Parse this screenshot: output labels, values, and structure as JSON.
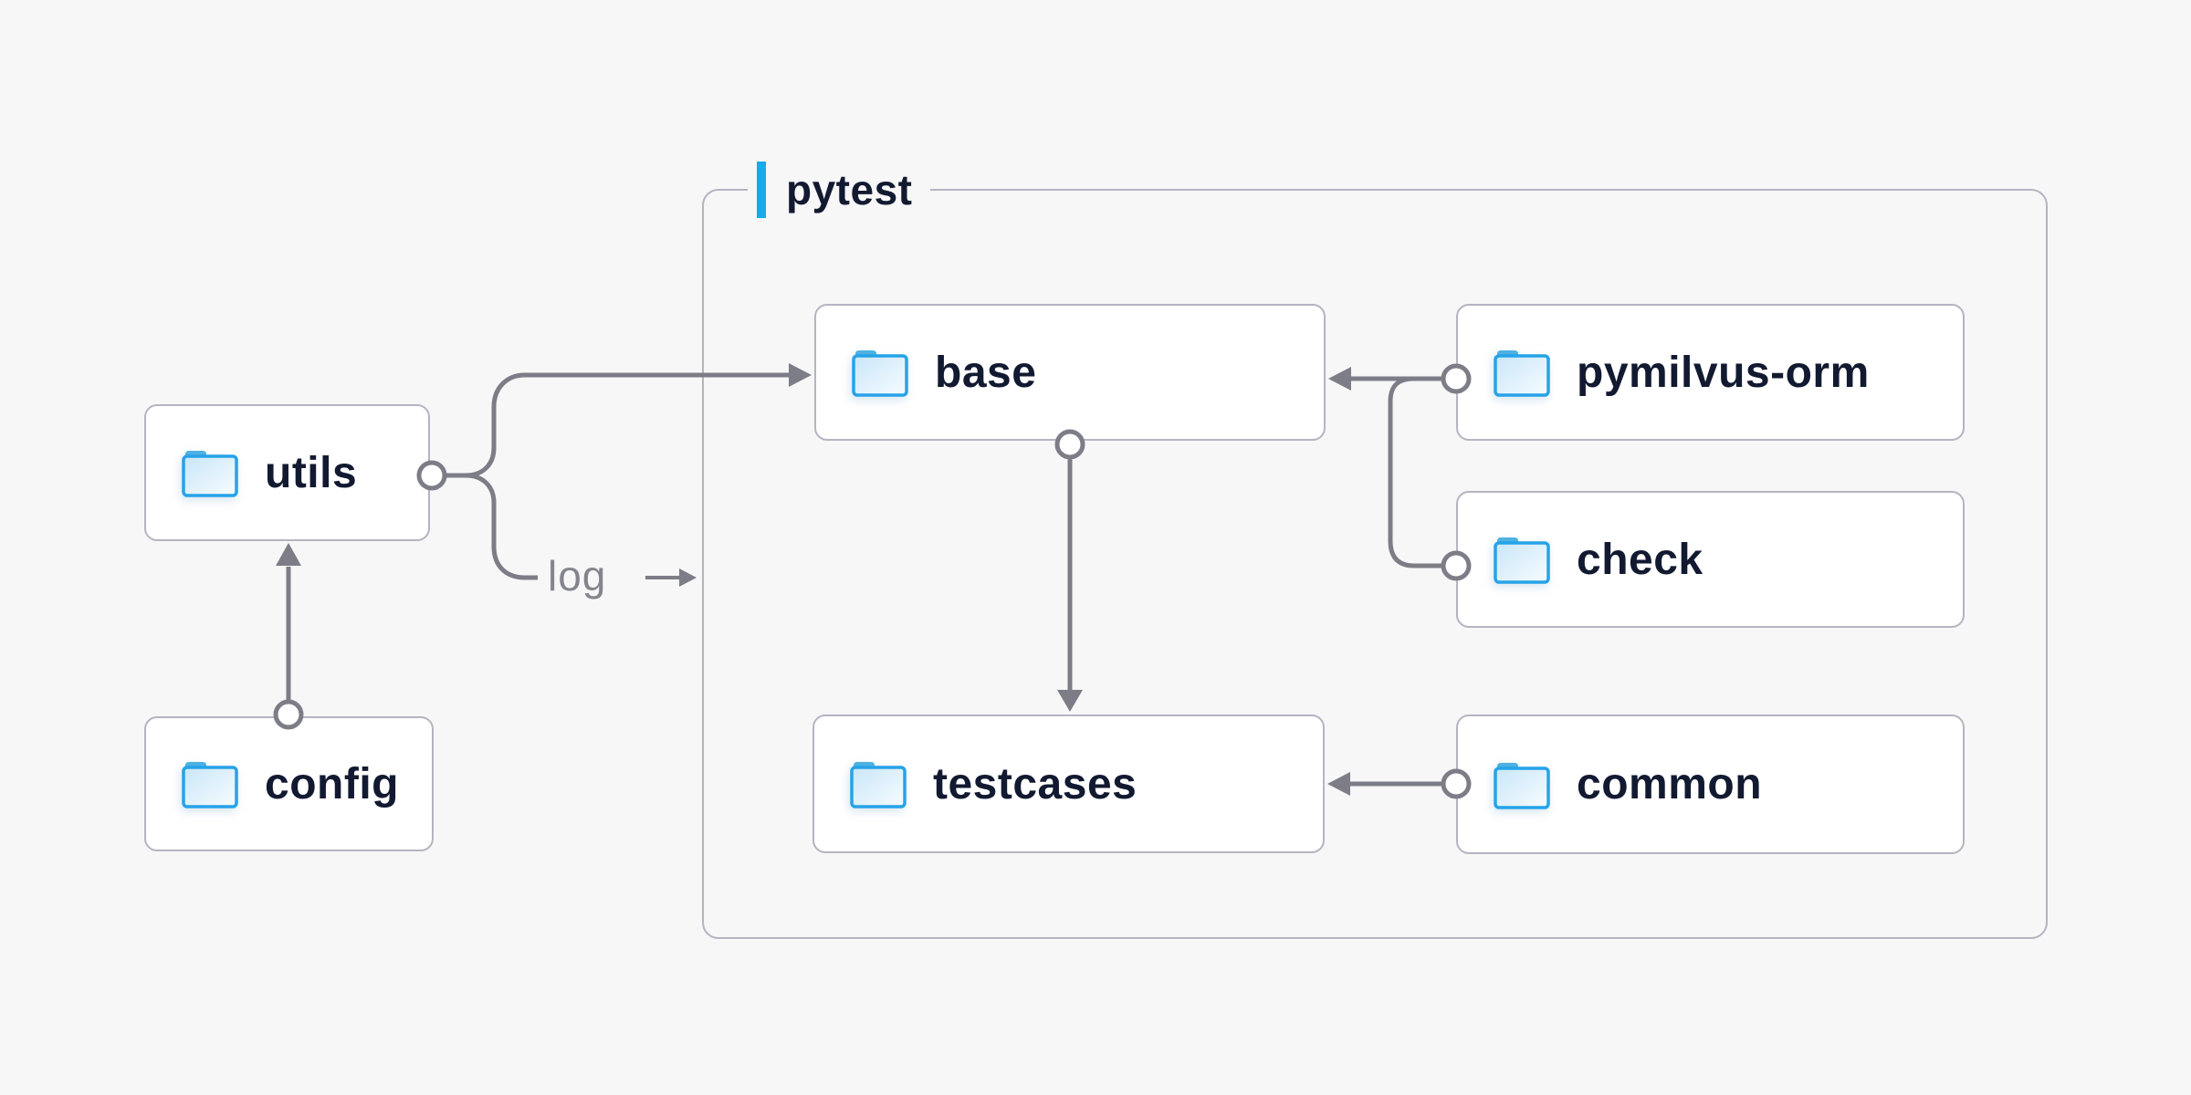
{
  "group": {
    "label": "pytest",
    "accent_color": "#17aaed"
  },
  "nodes": {
    "utils": {
      "label": "utils",
      "icon": "folder-icon"
    },
    "config": {
      "label": "config",
      "icon": "folder-icon"
    },
    "base": {
      "label": "base",
      "icon": "folder-icon"
    },
    "testcases": {
      "label": "testcases",
      "icon": "folder-icon"
    },
    "pymilvus_orm": {
      "label": "pymilvus-orm",
      "icon": "folder-icon"
    },
    "check": {
      "label": "check",
      "icon": "folder-icon"
    },
    "common": {
      "label": "common",
      "icon": "folder-icon"
    }
  },
  "edge_labels": {
    "log": "log"
  },
  "edges": [
    {
      "from": "config",
      "to": "utils"
    },
    {
      "from": "utils",
      "to": "base"
    },
    {
      "from": "utils",
      "to": "log",
      "label": "log"
    },
    {
      "from": "pymilvus_orm",
      "to": "base"
    },
    {
      "from": "check",
      "to": "base"
    },
    {
      "from": "base",
      "to": "testcases"
    },
    {
      "from": "common",
      "to": "testcases"
    }
  ],
  "colors": {
    "background": "#f7f7f8",
    "node_background": "#ffffff",
    "node_border": "#b5b4c1",
    "connector": "#7d7d87",
    "text": "#121a31",
    "muted_text": "#84848d",
    "folder_blue": "#26a3e8",
    "accent_blue": "#17aaed"
  }
}
